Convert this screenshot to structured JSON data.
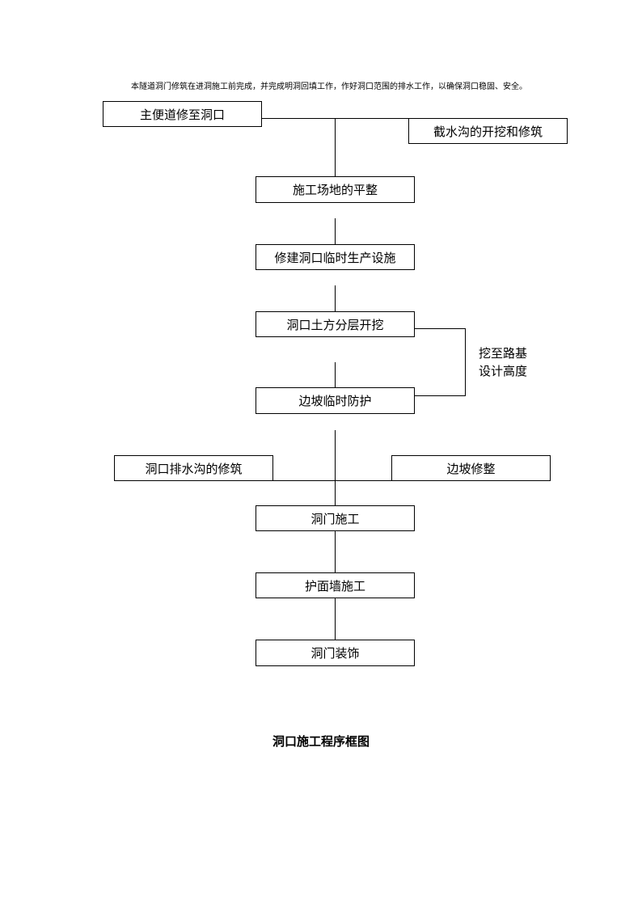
{
  "note": "本隧道洞门修筑在进洞施工前完成，并完成明洞回填工作，作好洞口范围的排水工作，以确保洞口稳固、安全。",
  "steps": {
    "road": "主便道修至洞口",
    "ditch": "截水沟的开挖和修筑",
    "site": "施工场地的平整",
    "facility": "修建洞口临时生产设施",
    "excavation": "洞口土方分层开挖",
    "protection": "边坡临时防护",
    "drain": "洞口排水沟的修筑",
    "slope": "边坡修整",
    "portal": "洞门施工",
    "wall": "护面墙施工",
    "decoration": "洞门装饰"
  },
  "loop_label": {
    "line1": "挖至路基",
    "line2": "设计高度"
  },
  "caption": "洞口施工程序框图"
}
